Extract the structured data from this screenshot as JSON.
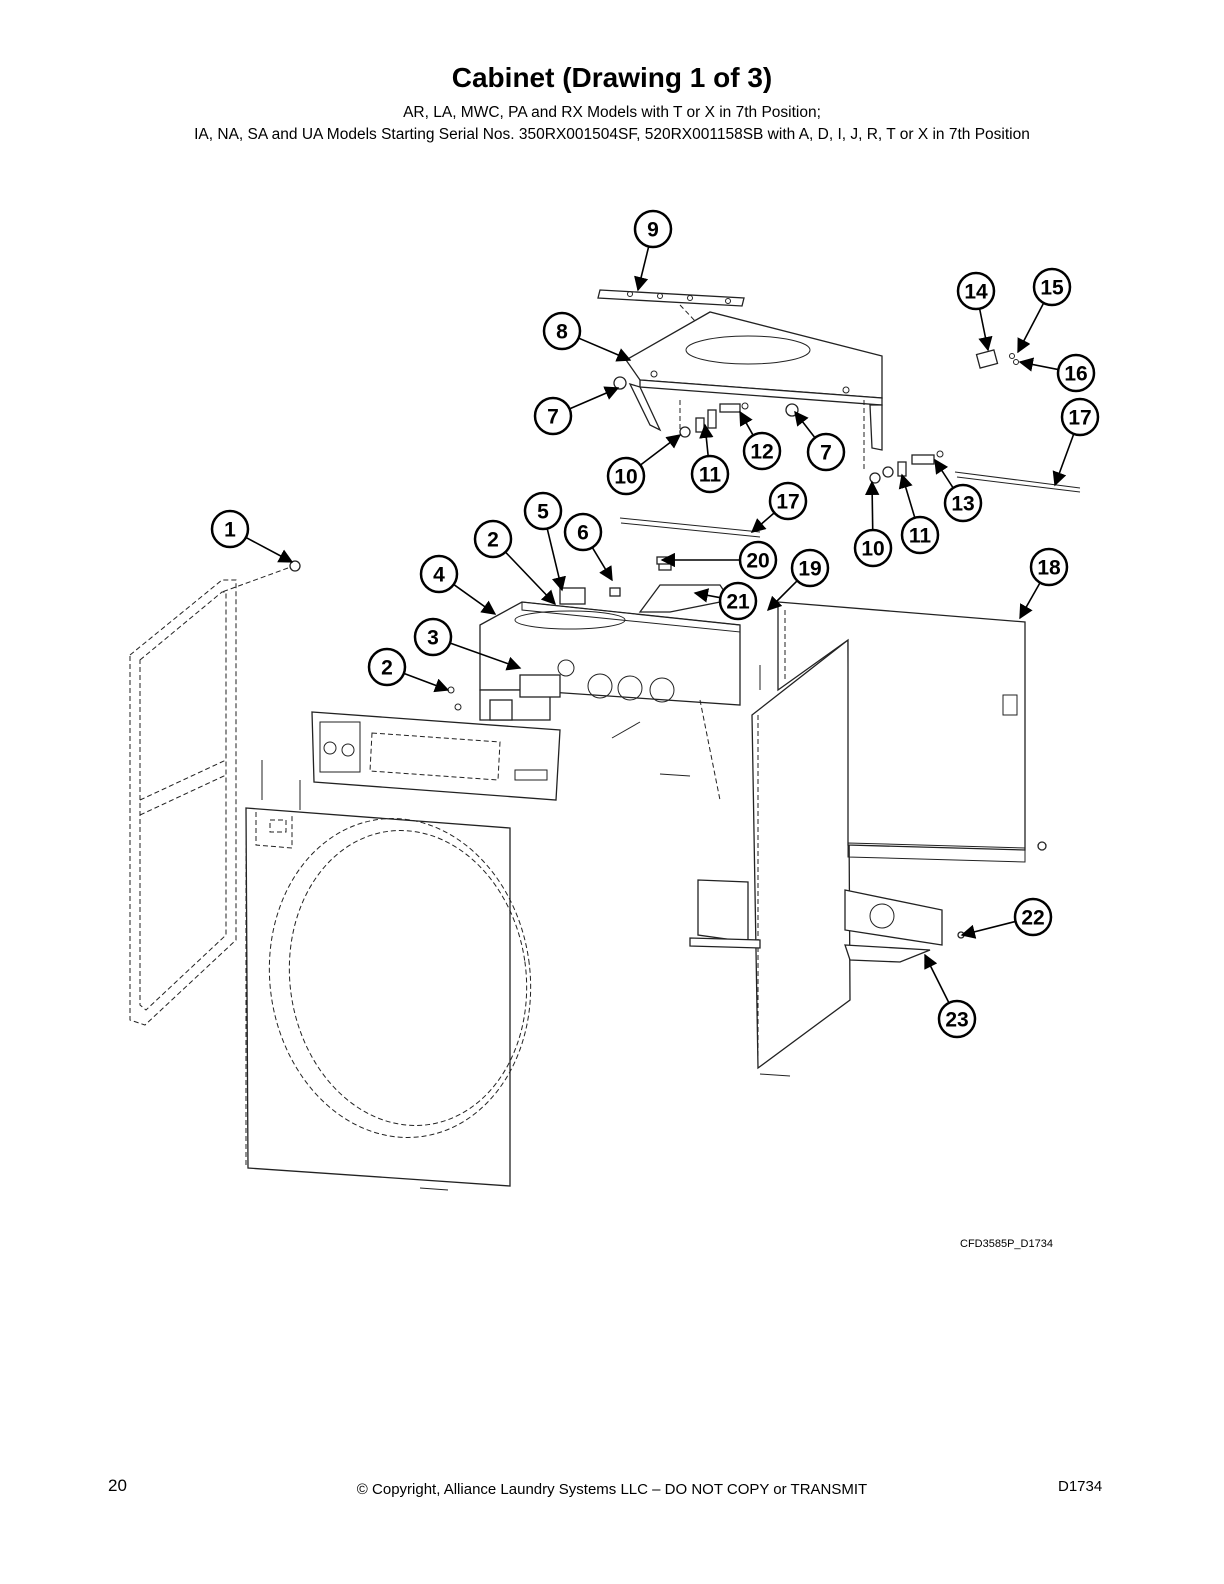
{
  "header": {
    "title": "Cabinet (Drawing 1 of 3)",
    "subtitle_line1": "AR, LA, MWC, PA and RX Models with T or X in 7th Position;",
    "subtitle_line2": "IA, NA, SA and UA Models Starting Serial Nos. 350RX001504SF, 520RX001158SB with A, D, I, J, R, T or X in 7th Position"
  },
  "drawing_code": "CFD3585P_D1734",
  "footer": {
    "page_number": "20",
    "copyright": "© Copyright, Alliance Laundry Systems LLC – DO NOT COPY or TRANSMIT",
    "doc_code": "D1734"
  },
  "callouts": [
    {
      "label": "9"
    },
    {
      "label": "14"
    },
    {
      "label": "15"
    },
    {
      "label": "8"
    },
    {
      "label": "16"
    },
    {
      "label": "7"
    },
    {
      "label": "17"
    },
    {
      "label": "12"
    },
    {
      "label": "7"
    },
    {
      "label": "10"
    },
    {
      "label": "11"
    },
    {
      "label": "13"
    },
    {
      "label": "17"
    },
    {
      "label": "5"
    },
    {
      "label": "1"
    },
    {
      "label": "2"
    },
    {
      "label": "6"
    },
    {
      "label": "10"
    },
    {
      "label": "11"
    },
    {
      "label": "20"
    },
    {
      "label": "19"
    },
    {
      "label": "18"
    },
    {
      "label": "4"
    },
    {
      "label": "21"
    },
    {
      "label": "3"
    },
    {
      "label": "2"
    },
    {
      "label": "22"
    },
    {
      "label": "23"
    }
  ]
}
